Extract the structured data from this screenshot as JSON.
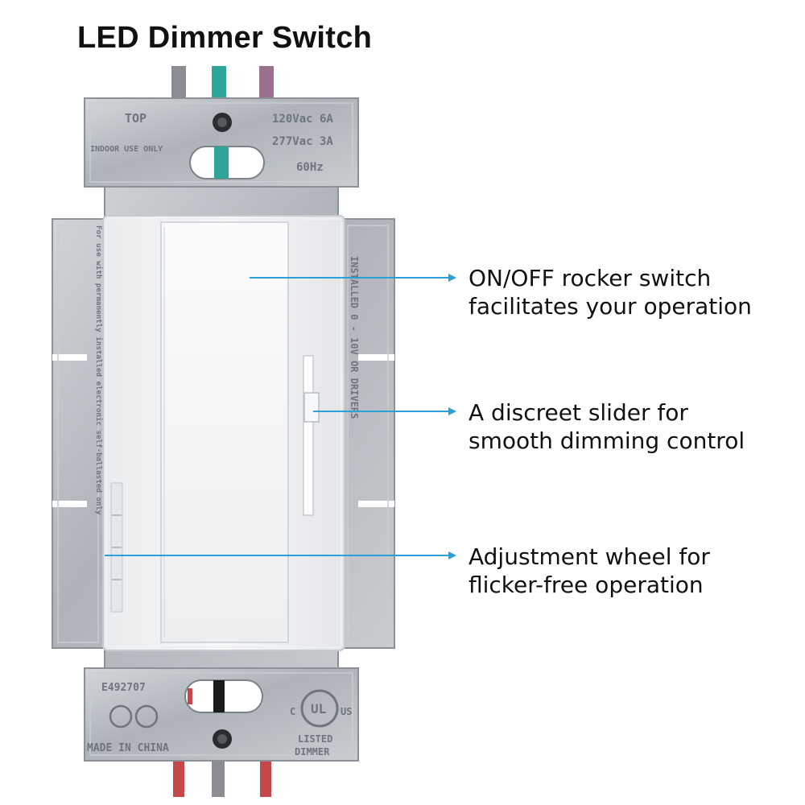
{
  "title": "LED Dimmer Switch",
  "plate": {
    "top_label": "TOP",
    "indoor_label": "INDOOR USE ONLY",
    "rating_line1": "120Vac  6A",
    "rating_line2": "277Vac  3A",
    "rating_line3": "60Hz",
    "side_label_right": "INSTALLED 0 - 10V OR DRIVERS",
    "side_label_left": "For use with permanently installed electronic self-ballasted only",
    "cert_number": "E492707",
    "made_in": "MADE IN CHINA",
    "listed_line1": "LISTED",
    "listed_line2": "DIMMER",
    "ul_c": "C",
    "ul_us": "US",
    "ul_mark": "UL"
  },
  "callouts": [
    {
      "line1": "ON/OFF rocker switch",
      "line2": "facilitates your operation"
    },
    {
      "line1": "A discreet slider for",
      "line2": "smooth dimming control"
    },
    {
      "line1": "Adjustment wheel for",
      "line2": "flicker-free operation"
    }
  ],
  "colors": {
    "callout_line": "#2a9fd8",
    "plate_metal": "#b9bec4",
    "switch_body": "#f4f5f6",
    "wire_teal": "#2fa59a",
    "wire_purple": "#9c6f8c",
    "wire_black": "#1b1b1b",
    "wire_red": "#c4484a"
  }
}
